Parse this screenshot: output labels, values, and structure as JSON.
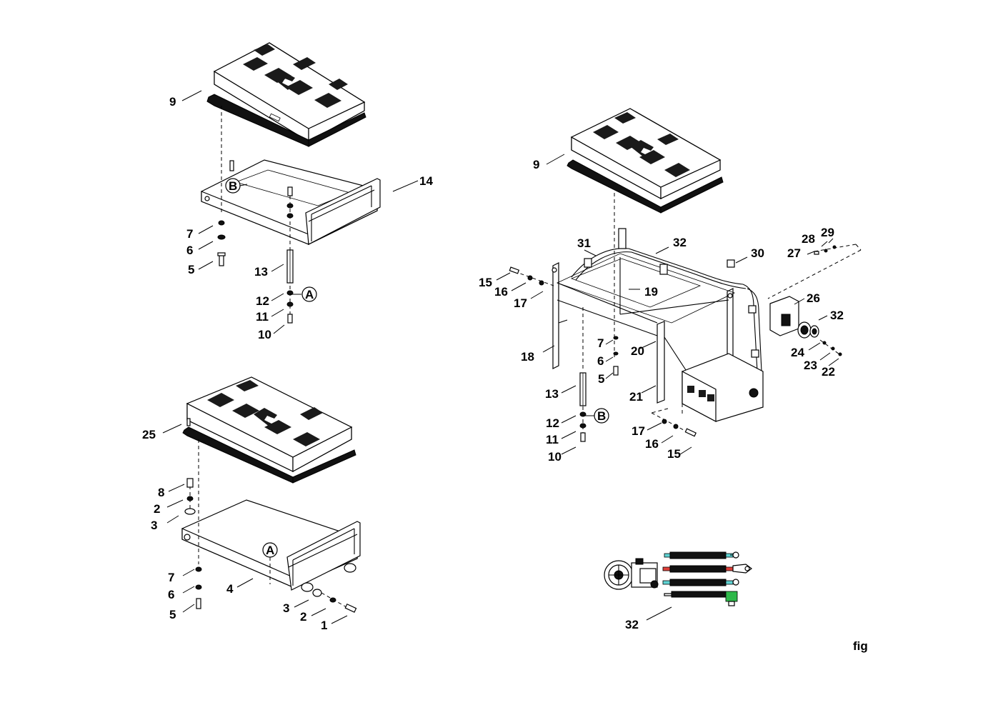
{
  "figure_label": "fig",
  "callouts": {
    "tl_9": "9",
    "tl_14": "14",
    "tl_7": "7",
    "tl_6": "6",
    "tl_5": "5",
    "tl_13": "13",
    "tl_12": "12",
    "tl_11": "11",
    "tl_10": "10",
    "tl_A": "A",
    "tl_B": "B",
    "bl_25": "25",
    "bl_8": "8",
    "bl_2a": "2",
    "bl_3a": "3",
    "bl_7": "7",
    "bl_6": "6",
    "bl_5": "5",
    "bl_4": "4",
    "bl_3b": "3",
    "bl_2b": "2",
    "bl_1": "1",
    "bl_A": "A",
    "r_9": "9",
    "r_31": "31",
    "r_32a": "32",
    "r_30": "30",
    "r_28": "28",
    "r_29": "29",
    "r_27": "27",
    "r_15a": "15",
    "r_16a": "16",
    "r_17a": "17",
    "r_19": "19",
    "r_26": "26",
    "r_32b": "32",
    "r_24": "24",
    "r_23": "23",
    "r_22": "22",
    "r_18": "18",
    "r_7": "7",
    "r_6": "6",
    "r_5": "5",
    "r_20": "20",
    "r_21": "21",
    "r_13": "13",
    "r_12": "12",
    "r_11": "11",
    "r_10": "10",
    "r_B": "B",
    "r_17b": "17",
    "r_16b": "16",
    "r_15b": "15",
    "r_32c": "32"
  },
  "colors": {
    "line": "#000000",
    "harness_teal": "#5fd3d3",
    "harness_red": "#e0403a",
    "connector_green": "#2fb84a"
  }
}
